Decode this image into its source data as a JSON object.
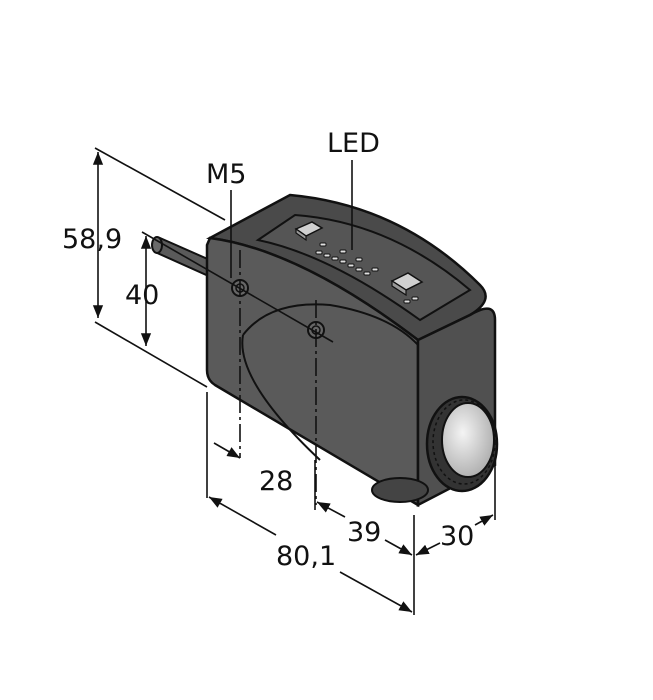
{
  "drawing": {
    "subject": "Rectangular optical sensor housing with cable and front lens",
    "labels": {
      "led": "LED",
      "thread": "M5"
    },
    "dimensions": {
      "overall_height": "58,9",
      "mount_height": "40",
      "mount_offset": "28",
      "overall_length": "80,1",
      "body_depth": "39",
      "lens_width": "30"
    },
    "colors": {
      "housing": "#5a5a5a",
      "housing_top": "#4a4a4a",
      "lens": "#d8d8d8",
      "line": "#111111"
    }
  }
}
